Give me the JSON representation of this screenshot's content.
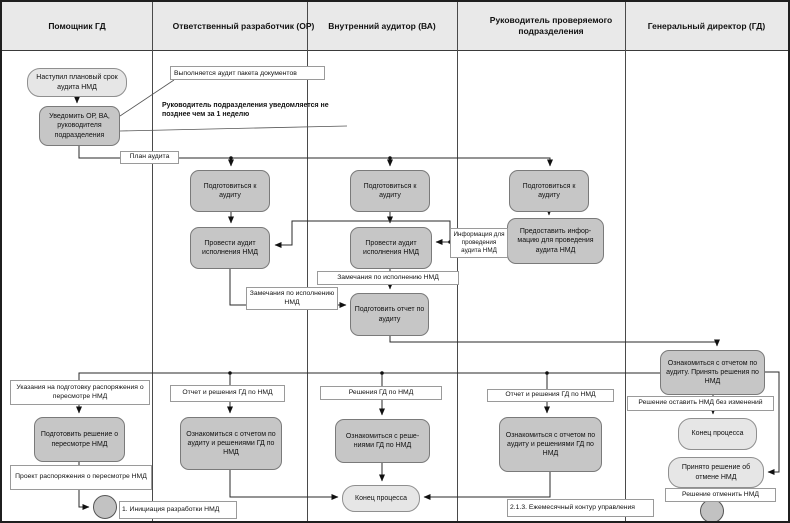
{
  "lanes": [
    {
      "title": "Помощник ГД"
    },
    {
      "title": "Ответственный разработчик (ОР)"
    },
    {
      "title": "Внутренний аудитор (ВА)"
    },
    {
      "title": "Руководитель проверяемого подразделения"
    },
    {
      "title": "Генеральный директор (ГД)"
    }
  ],
  "nodes": {
    "start_event": "Наступил плановый срок аудита НМД",
    "notify_task": "Уведомить ОР, ВА, руководителя подразделения",
    "or_prepare": "Подготовиться к аудиту",
    "or_audit": "Провести аудит исполнения НМД",
    "va_prepare": "Подготовиться к аудиту",
    "va_audit": "Провести аудит исполнения НМД",
    "head_prepare": "Подготовиться к аудиту",
    "head_provide": "Предоставить инфор-мацию для проведения аудита НМД",
    "va_report": "Подготовить отчет по аудиту",
    "gd_review": "Ознакомиться с отчетом по аудиту. Принять решения по НМД",
    "gd_end": "Конец процесса",
    "gd_cancel": "Принято решение об отмене НМД",
    "assistant_decision": "Подготовить решение о пересмотре НМД",
    "or_review": "Ознакомиться с отчетом по аудиту и решениями ГД по НМД",
    "va_review": "Ознакомиться с реше-ниями ГД по НМД",
    "va_end": "Конец процесса",
    "head_review": "Ознакомиться с отчетом по аудиту и решениями ГД по НМД"
  },
  "labels": {
    "audit_plan": "План аудита",
    "info_for_audit": "Информация для проведения аудита НМД",
    "remarks_top": "Замечания по исполнению НМД",
    "remarks_left": "Замечания по исполнению НМД",
    "keep_unchanged": "Решение оставить НМД без изменений",
    "cancel_nmd": "Решение отменить НМД",
    "monthly_loop": "2.1.3. Ежемесячный контур управления",
    "instructions": "Указания на подготовку распоряжения о пересмотре НМД",
    "draft_order": "Проект распоряжения о пересмотре НМД",
    "init_dev": "1. Инициация разработки НМД",
    "report_decisions_or": "Отчет и решения ГД по НМД",
    "decisions_va": "Решения ГД по НМД",
    "report_decisions_head": "Отчет и решения ГД по НМД"
  },
  "annotations": {
    "doc_package": "Выполняется аудит пакета документов",
    "notify_deadline": "Руководитель подразделения уведомляется не позднее чем за 1 неделю"
  },
  "colors": {
    "task_fill": "#c6c6c6",
    "task_border": "#7a7a7a",
    "event_fill": "#e6e6e6",
    "header_bg": "#e9e9e9",
    "connector": "#1f1f1f",
    "label_bg": "#ffffff"
  }
}
